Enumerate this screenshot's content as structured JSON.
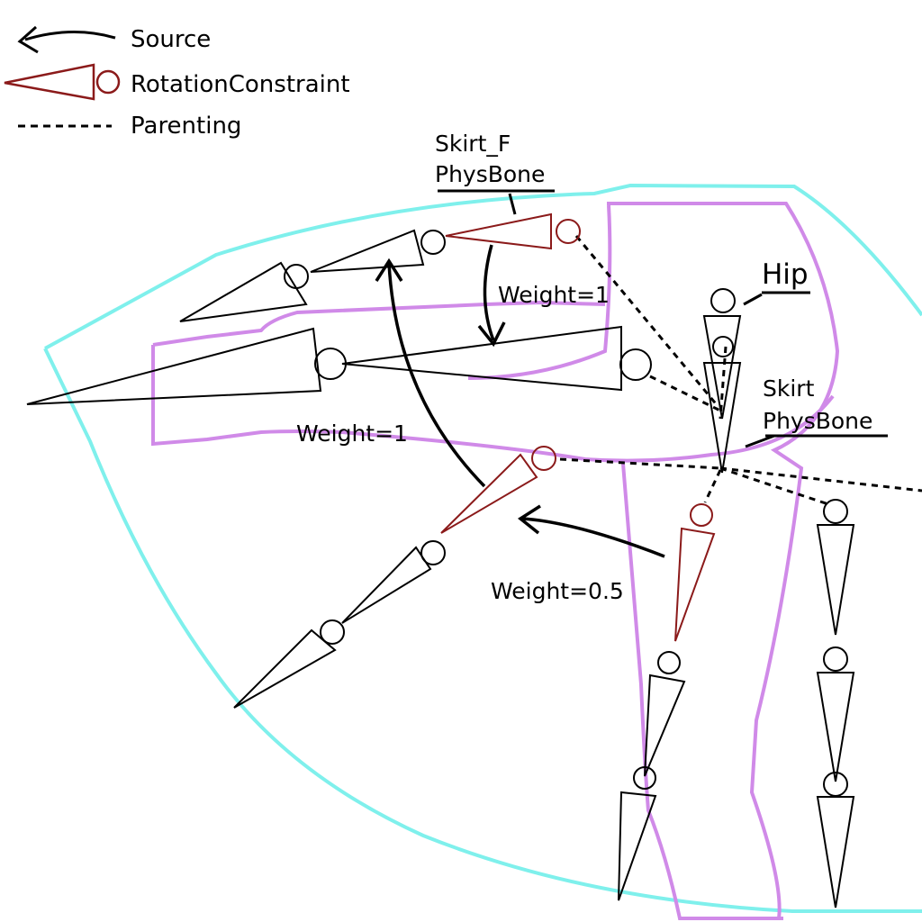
{
  "legend": {
    "source_label": "Source",
    "rotation_constraint_label": "RotationConstraint",
    "parenting_label": "Parenting"
  },
  "labels": {
    "skirt_f_line1": "Skirt_F",
    "skirt_f_line2": "PhysBone",
    "hip": "Hip",
    "skirt_line1": "Skirt",
    "skirt_line2": "PhysBone",
    "weight_top": "Weight=1",
    "weight_left": "Weight=1",
    "weight_half": "Weight=0.5"
  },
  "colors": {
    "outline_cyan": "#7ff0ec",
    "outline_violet": "#d08ae8",
    "constraint_red": "#8b1a1a",
    "bone_black": "#000000"
  }
}
